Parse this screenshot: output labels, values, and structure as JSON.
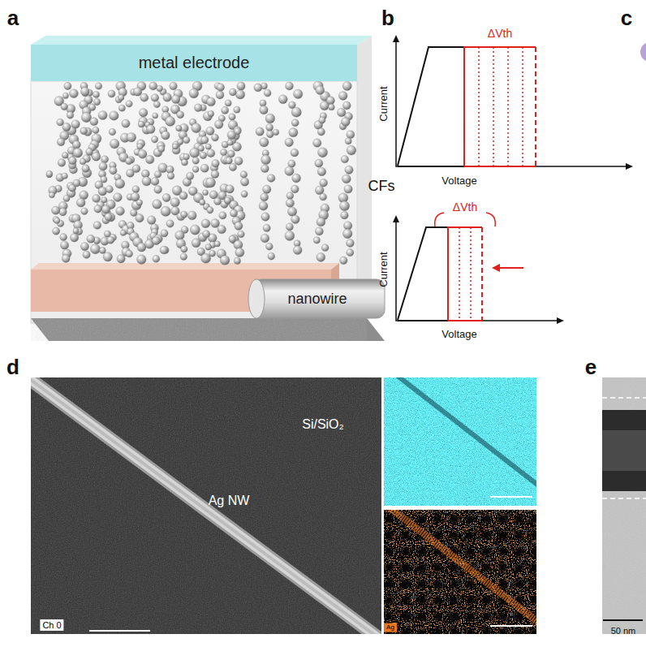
{
  "diagram": {
    "nodes": [
      {
        "text": [
          "metal electrode"
        ]
      },
      {
        "text": [
          "nanowire"
        ]
      }
    ],
    "labels": [
      "a",
      "b",
      "c",
      "d",
      "e",
      "CFs",
      "Current",
      "Voltage",
      "ΔVth",
      "Current",
      "Voltage",
      "ΔVth",
      "Si/SiO₂",
      "Ag NW",
      "Ch 0",
      "Ag",
      "50 nm"
    ]
  }
}
